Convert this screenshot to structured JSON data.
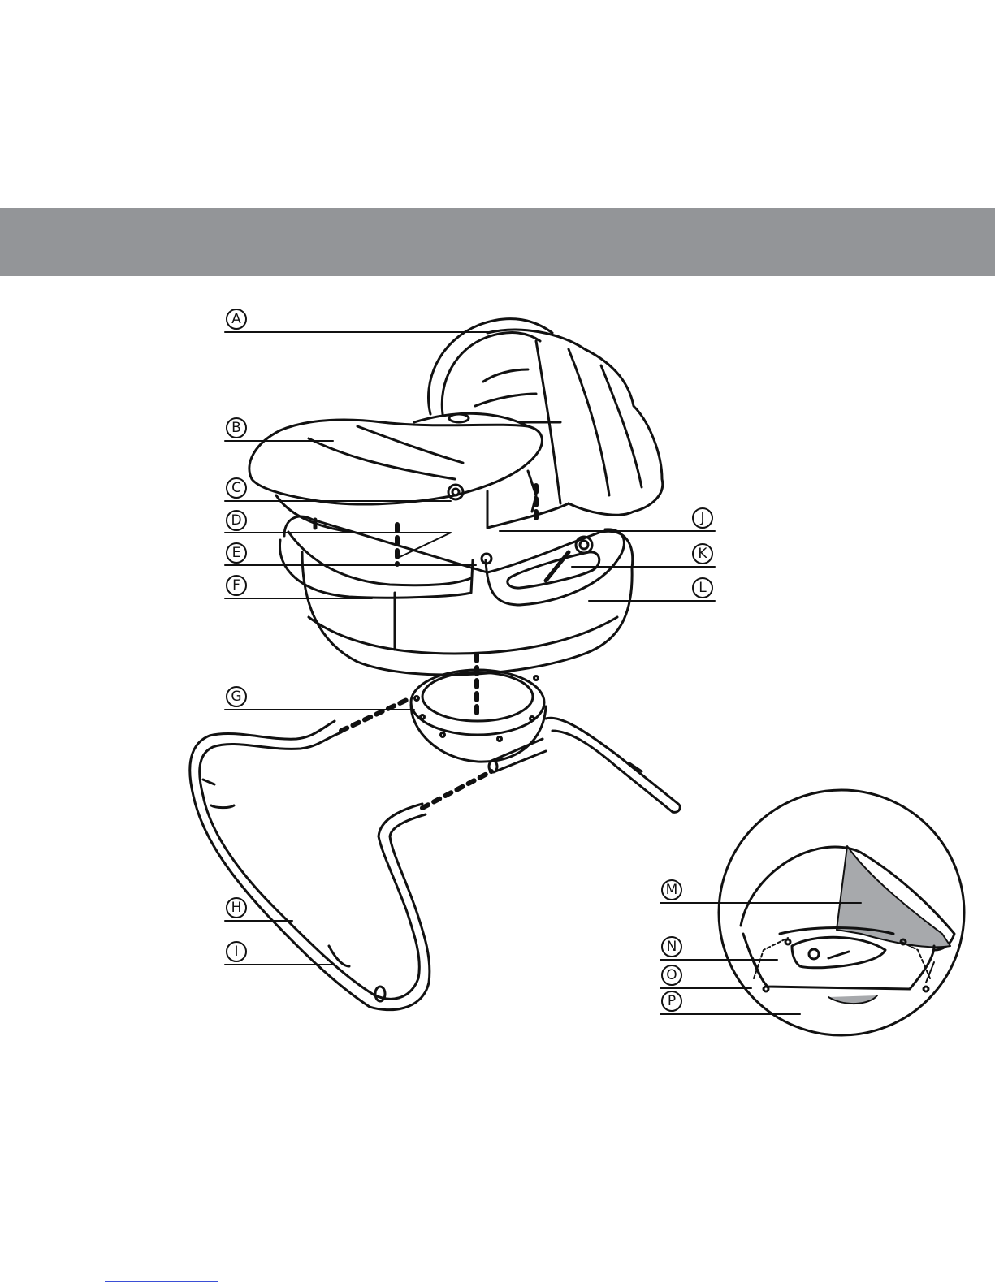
{
  "labels": [
    {
      "id": "A",
      "letter": "A"
    },
    {
      "id": "B",
      "letter": "B"
    },
    {
      "id": "C",
      "letter": "C"
    },
    {
      "id": "D",
      "letter": "D"
    },
    {
      "id": "E",
      "letter": "E"
    },
    {
      "id": "F",
      "letter": "F"
    },
    {
      "id": "G",
      "letter": "G"
    },
    {
      "id": "H",
      "letter": "H"
    },
    {
      "id": "I",
      "letter": "I"
    },
    {
      "id": "J",
      "letter": "J"
    },
    {
      "id": "K",
      "letter": "K"
    },
    {
      "id": "L",
      "letter": "L"
    },
    {
      "id": "M",
      "letter": "M"
    },
    {
      "id": "N",
      "letter": "N"
    },
    {
      "id": "O",
      "letter": "O"
    },
    {
      "id": "P",
      "letter": "P"
    }
  ],
  "colors": {
    "header_band": "#939598",
    "line": "#111111",
    "canopy_shade": "#a7a9ac"
  }
}
